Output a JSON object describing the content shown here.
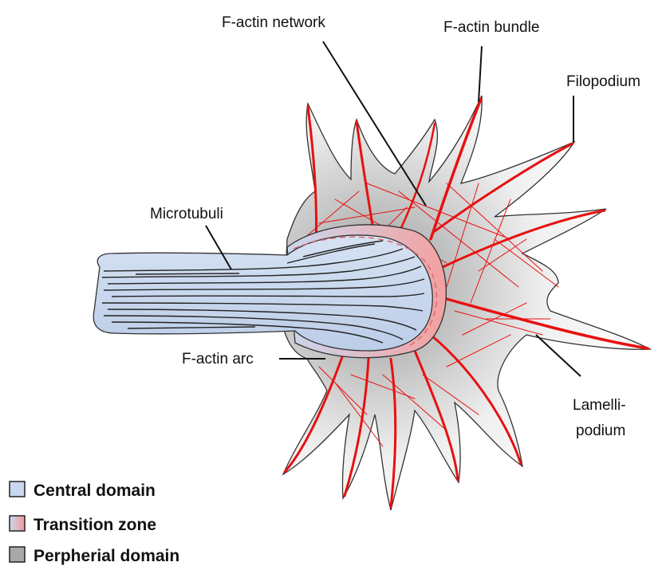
{
  "labels": {
    "f_actin_network": "F-actin network",
    "f_actin_bundle": "F-actin bundle",
    "filopodium": "Filopodium",
    "microtubuli": "Microtubuli",
    "f_actin_arc": "F-actin arc",
    "lamellipodium_line1": "Lamelli-",
    "lamellipodium_line2": "podium"
  },
  "legend": [
    {
      "label": "Central domain",
      "color": "#c9d8ef"
    },
    {
      "label": "Transition zone",
      "color": "#f4a6a6"
    },
    {
      "label": "Perpherial domain",
      "color": "#a9a9a9"
    }
  ],
  "colors": {
    "actin": "#e81010",
    "central": "#c9d8ef",
    "microtubule": "#222222",
    "outline": "#333333"
  }
}
